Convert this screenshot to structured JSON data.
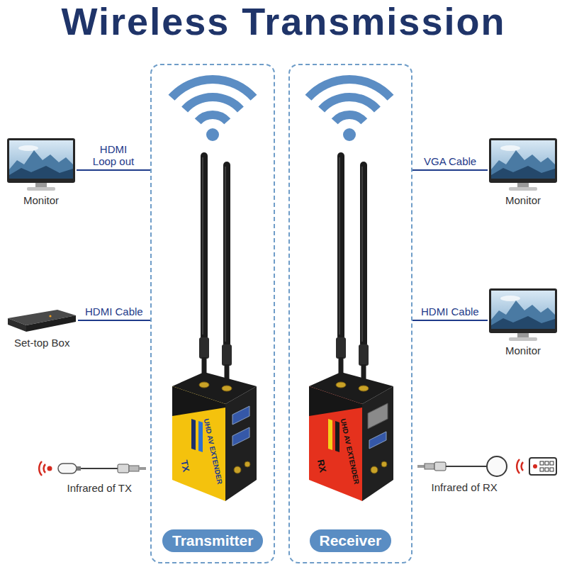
{
  "diagram": {
    "title": "Wireless Transmission",
    "nodes": [
      {
        "text": [
          "Transmitter"
        ]
      },
      {
        "text": [
          "UHD AV EXTENDER",
          "TX"
        ],
        "in": 0
      },
      {
        "text": [
          "Receiver"
        ]
      },
      {
        "text": [
          "UHD AV EXTENDER",
          "RX"
        ],
        "in": 2
      },
      {
        "text": [
          "Monitor"
        ]
      },
      {
        "text": [
          "Set-top Box"
        ]
      },
      {
        "text": [
          "Infrared of TX"
        ]
      },
      {
        "text": [
          "Monitor"
        ]
      },
      {
        "text": [
          "Monitor"
        ]
      },
      {
        "text": [
          "Infrared of RX"
        ]
      }
    ],
    "edges": [
      {
        "from": 0,
        "to": 4,
        "label": "HDMI Loop out",
        "arrow": "none"
      },
      {
        "from": 5,
        "to": 0,
        "label": "HDMI Cable",
        "arrow": "none"
      },
      {
        "from": 2,
        "to": 7,
        "label": "VGA Cable",
        "arrow": "none"
      },
      {
        "from": 2,
        "to": 8,
        "label": "HDMI Cable",
        "arrow": "none"
      }
    ]
  }
}
